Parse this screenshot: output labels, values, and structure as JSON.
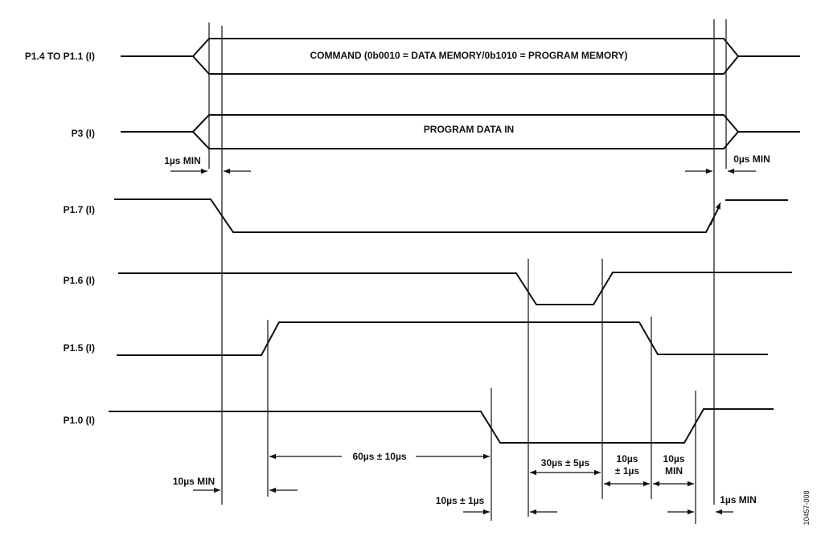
{
  "signals": {
    "p14_p11": "P1.4 TO P1.1 (I)",
    "p3": "P3 (I)",
    "p17": "P1.7 (I)",
    "p16": "P1.6 (I)",
    "p15": "P1.5 (I)",
    "p10": "P1.0 (I)"
  },
  "bus_text": {
    "command": "COMMAND (0b0010 = DATA MEMORY/0b1010 = PROGRAM MEMORY)",
    "program_data": "PROGRAM DATA IN"
  },
  "timing": {
    "setup_1us": "1µs MIN",
    "hold_0us": "0µs MIN",
    "t_10us_min_left": "10µs MIN",
    "t_60us": "60µs ± 10µs",
    "t_10us_pm1_left": "10µs ± 1µs",
    "t_30us": "30µs ± 5µs",
    "t_10us_pm1_mid_line1": "10µs",
    "t_10us_pm1_mid_line2": "± 1µs",
    "t_10us_min_right_line1": "10µs",
    "t_10us_min_right_line2": "MIN",
    "hold_1us": "1µs MIN"
  },
  "figure_id": "10457-008"
}
